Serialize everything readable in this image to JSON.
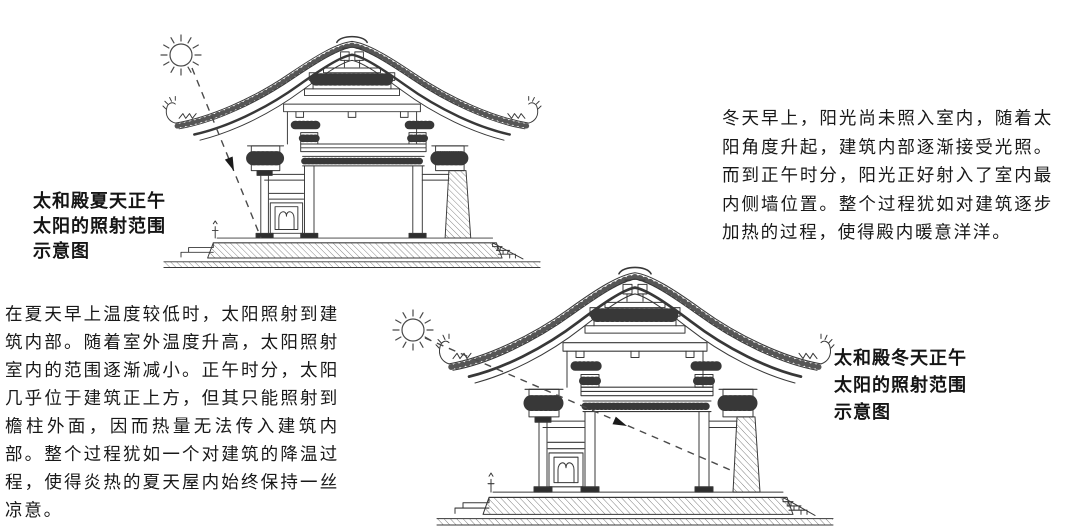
{
  "page": {
    "background_color": "#ffffff",
    "ink_color": "#383838",
    "text_color": "#181818",
    "subject": "taihedian-hall-cross-section-solar-diagrams"
  },
  "summer_diagram": {
    "caption_lines": [
      "太和殿夏天正午",
      "太阳的照射范围",
      "示意图"
    ],
    "description": "在夏天早上温度较低时，太阳照射到建筑内部。随着室外温度升高，太阳照射室内的范围逐渐减小。正午时分，太阳几乎位于建筑正上方，但其只能照射到檐柱外面，因而热量无法传入建筑内部。整个过程犹如一个对建筑的降温过程，使得炎热的夏天屋内始终保持一丝凉意。",
    "sun_icon": "sun-with-rays-icon",
    "drawing": "hall-cross-section-with-steep-dashed-sunray"
  },
  "winter_diagram": {
    "caption_lines": [
      "太和殿冬天正午",
      "太阳的照射范围",
      "示意图"
    ],
    "description": "冬天早上，阳光尚未照入室内，随着太阳角度升起，建筑内部逐渐接受光照。而到正午时分，阳光正好射入了室内最内侧墙位置。整个过程犹如对建筑逐步加热的过程，使得殿内暖意洋洋。",
    "sun_icon": "sun-with-rays-icon",
    "drawing": "hall-cross-section-with-shallow-dashed-sunray"
  }
}
